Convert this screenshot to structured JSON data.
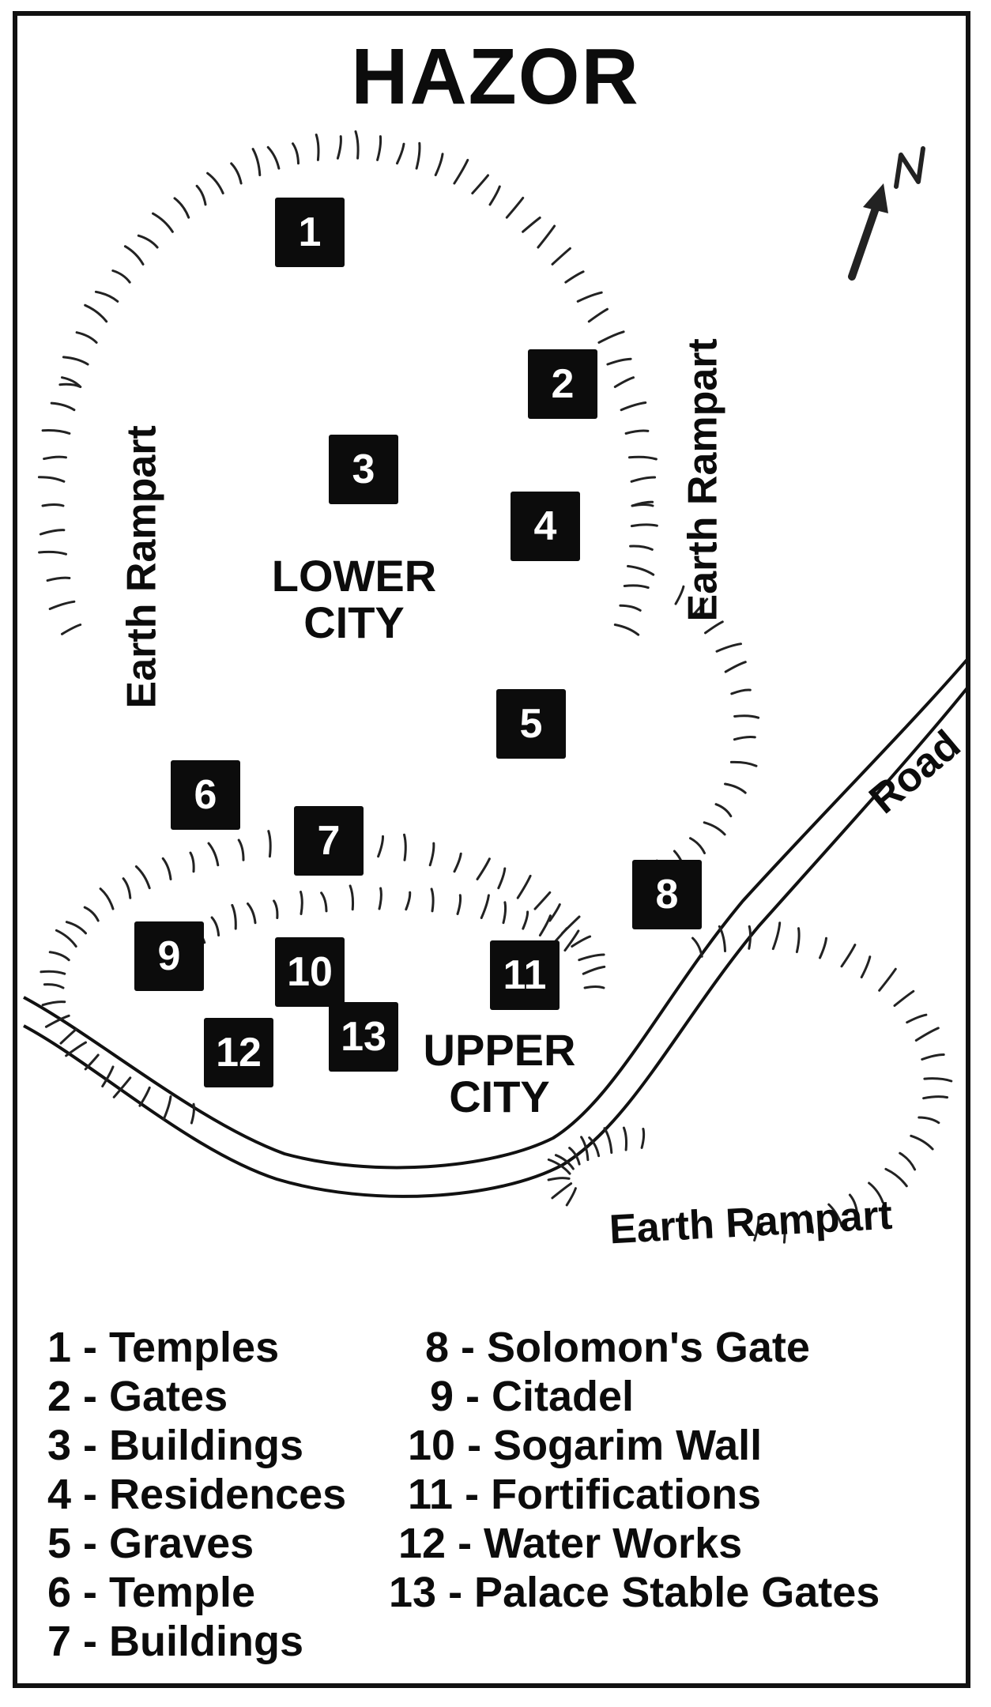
{
  "title": "HAZOR",
  "north_label": "N",
  "labels": {
    "lower_city": "LOWER\nCITY",
    "upper_city": "UPPER\nCITY",
    "rampart_left": "Earth Rampart",
    "rampart_right": "Earth Rampart",
    "rampart_bottom": "Earth Rampart",
    "road": "Road"
  },
  "markers": [
    "1",
    "2",
    "3",
    "4",
    "5",
    "6",
    "7",
    "8",
    "9",
    "10",
    "11",
    "12",
    "13"
  ],
  "legend_left": [
    "1 - Temples",
    "2 - Gates",
    "3 - Buildings",
    "4 - Residences",
    "5 - Graves",
    "6 - Temple",
    "7 - Buildings"
  ],
  "legend_right": [
    "8 - Solomon's Gate",
    "9 - Citadel",
    "10 - Sogarim Wall",
    "11 - Fortifications",
    "12 - Water Works",
    "13 - Palace Stable Gates"
  ]
}
